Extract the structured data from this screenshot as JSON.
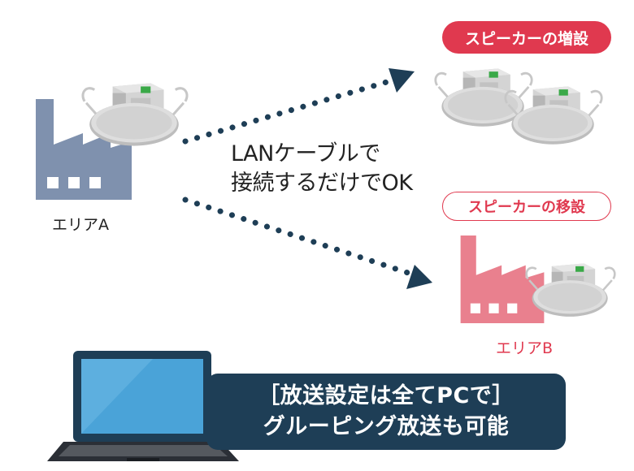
{
  "badges": {
    "add": "スピーカーの増設",
    "move": "スピーカーの移設"
  },
  "connection": {
    "line1": "LANケーブルで",
    "line2": "接続するだけでOK"
  },
  "areas": {
    "a": "エリアA",
    "b": "エリアB"
  },
  "note": {
    "line1": "［放送設定は全てPCで］",
    "line2": "グルーピング放送も可能"
  },
  "icons": [
    "factory-icon",
    "ceiling-speaker-icon",
    "laptop-icon",
    "arrow-icon"
  ],
  "colors": {
    "factory_a": "#7f91ae",
    "factory_b": "#e9808e",
    "accent_red": "#e0394f",
    "arrow_navy": "#1e3e56",
    "note_bg": "#1e3e56",
    "laptop_screen": "#4aa3d8"
  }
}
